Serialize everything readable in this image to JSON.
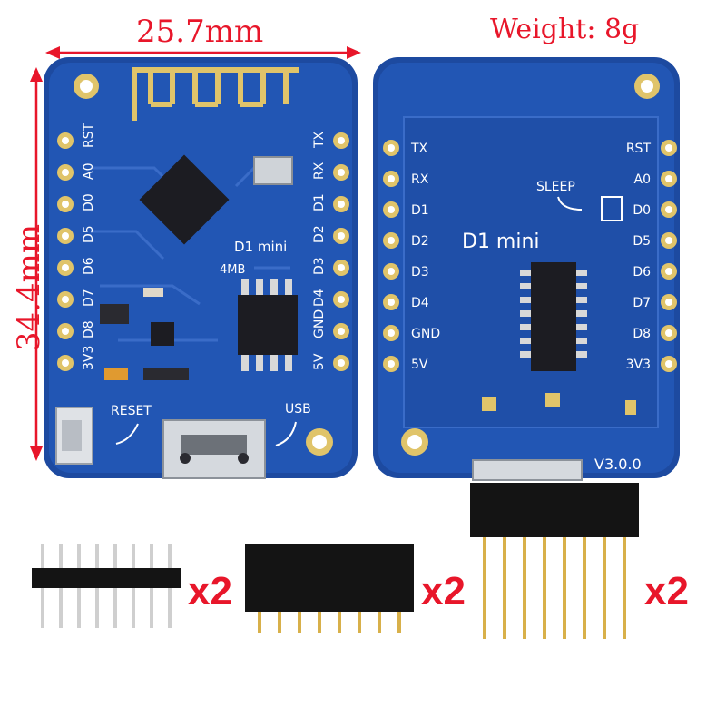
{
  "dimensions": {
    "width_label": "25.7mm",
    "height_label": "34.4mm"
  },
  "weight_label": "Weight: 8g",
  "front_board": {
    "left_pins": [
      "RST",
      "A0",
      "D0",
      "D5",
      "D6",
      "D7",
      "D8",
      "3V3"
    ],
    "right_pins": [
      "TX",
      "RX",
      "D1",
      "D2",
      "D3",
      "D4",
      "GND",
      "5V"
    ],
    "model_label": "D1 mini",
    "flash_label": "4MB",
    "reset_label": "RESET",
    "usb_label": "USB"
  },
  "back_board": {
    "left_pins": [
      "TX",
      "RX",
      "D1",
      "D2",
      "D3",
      "D4",
      "GND",
      "5V"
    ],
    "right_pins": [
      "RST",
      "A0",
      "D0",
      "D5",
      "D6",
      "D7",
      "D8",
      "3V3"
    ],
    "model_label": "D1 mini",
    "sleep_label": "SLEEP",
    "version_label": "V3.0.0"
  },
  "headers": [
    {
      "name": "male-pin-header",
      "qty": "x2"
    },
    {
      "name": "short-female-header",
      "qty": "x2"
    },
    {
      "name": "long-female-header",
      "qty": "x2"
    }
  ],
  "colors": {
    "pcb": "#1f4fa8",
    "pcb_dark": "#173f8c",
    "gold": "#d8b04a",
    "dimension": "#e8162a"
  }
}
